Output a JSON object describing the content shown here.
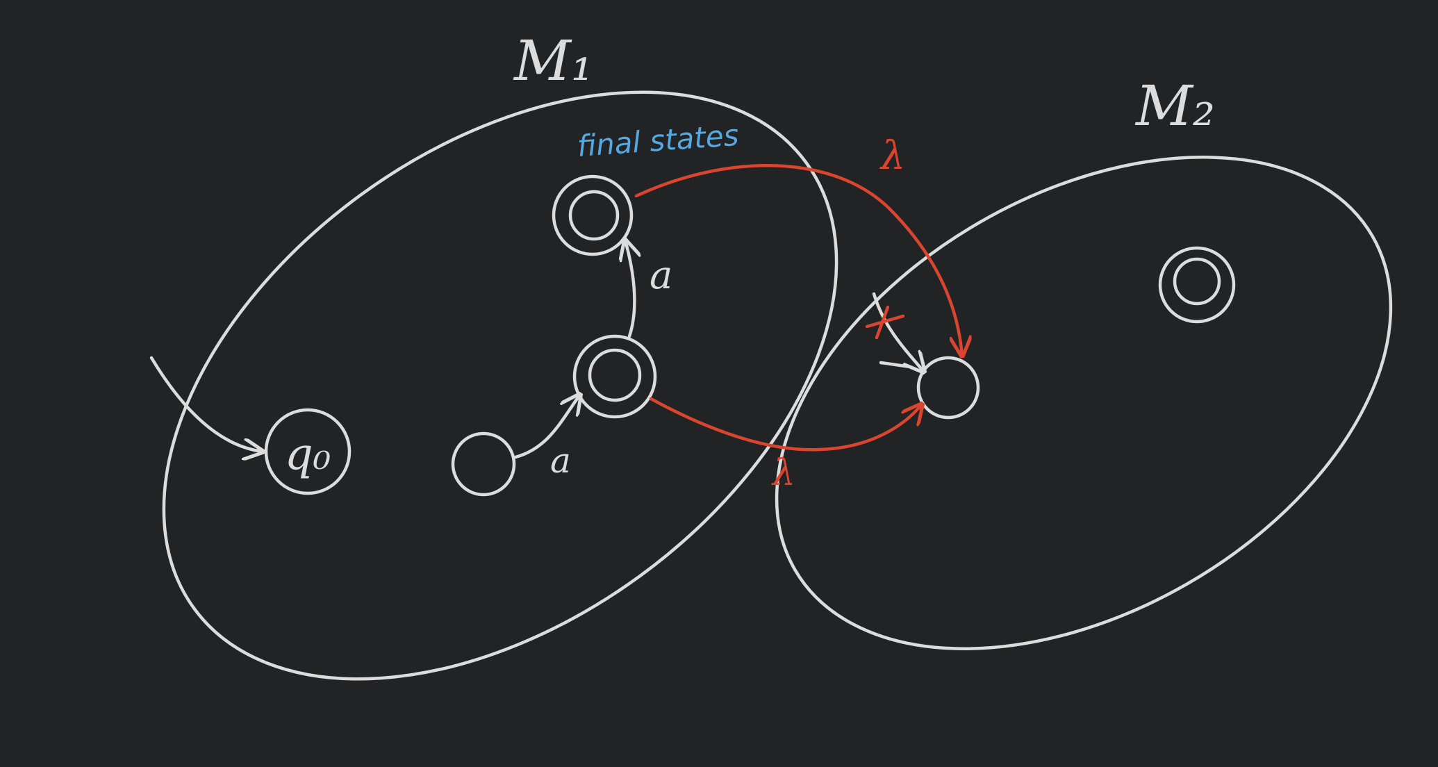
{
  "machine1": {
    "name": "M₁"
  },
  "machine2": {
    "name": "M₂"
  },
  "annotation": {
    "text": "final states"
  },
  "start_state": {
    "label": "q₀"
  },
  "transitions": {
    "m1_lower": {
      "symbol": "a"
    },
    "m1_upper": {
      "symbol": "a"
    },
    "to_m2_from_upper_final": {
      "symbol": "λ"
    },
    "to_m2_from_lower_final": {
      "symbol": "λ"
    }
  },
  "colors": {
    "background": "#212325",
    "chalk": "#dcdcdc",
    "lambda_edges": "#d9452f",
    "annotation": "#56a8e0"
  },
  "notes": {
    "crossed_out_start_arrow": "M₂ start arrow crossed out in red"
  }
}
